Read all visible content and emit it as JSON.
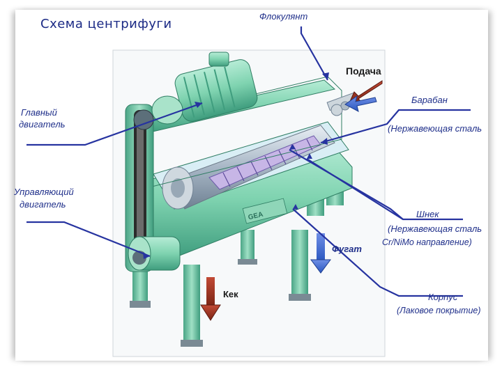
{
  "title": "Схема центрифуги",
  "labels": {
    "flocculant": "Флокулянт",
    "feed": "Подача",
    "drum": "Барабан",
    "drum_material": "(Нержавеющая сталь",
    "main_motor_1": "Главный",
    "main_motor_2": "двигатель",
    "control_motor_1": "Управляющий",
    "control_motor_2": "двигатель",
    "screw": "Шнек",
    "screw_material_1": "(Нержавеющая сталь",
    "screw_material_2": "Cr/NiMo направление)",
    "fugate": "Фугат",
    "cake": "Кек",
    "housing": "Корпус",
    "housing_coating": "(Лаковое покрытие)",
    "brand": "GEA"
  },
  "colors": {
    "title": "#1b2a85",
    "leader_lines": "#2633a0",
    "machine_green": "#7fd3b0",
    "machine_dark": "#3d9b7c",
    "feed_arrow": "#9a2b22",
    "flow_arrow_blue": "#3b6fd6",
    "cake_arrow": "#8b2e1d"
  }
}
